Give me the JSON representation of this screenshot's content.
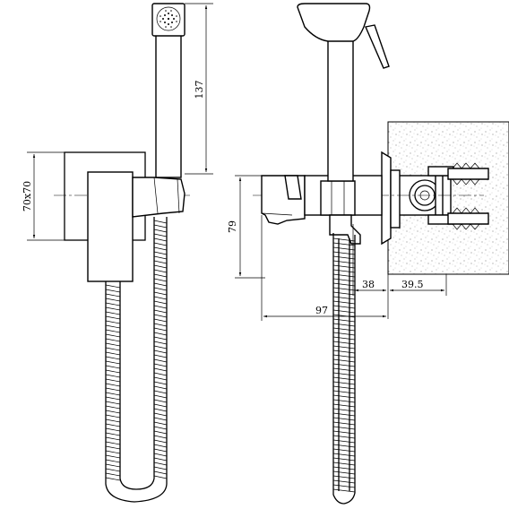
{
  "dimensions": {
    "hand_shower_height": "137",
    "body_size": "70x70",
    "body_height": "79",
    "depth_total": "97",
    "depth_front": "38",
    "wall_depth": "39.5"
  }
}
